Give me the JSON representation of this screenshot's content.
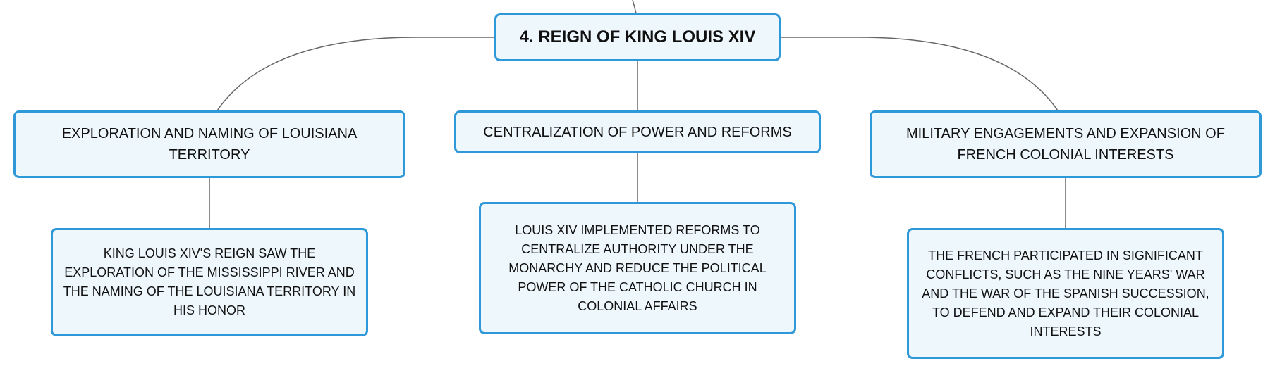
{
  "diagram": {
    "root": {
      "label": "4. REIGN OF KING LOUIS XIV"
    },
    "branches": [
      {
        "label": "EXPLORATION AND NAMING OF LOUISIANA TERRITORY",
        "detail": "KING LOUIS XIV'S REIGN SAW THE EXPLORATION OF THE MISSISSIPPI RIVER AND THE NAMING OF THE LOUISIANA TERRITORY IN HIS HONOR"
      },
      {
        "label": "CENTRALIZATION OF POWER AND REFORMS",
        "detail": "LOUIS XIV IMPLEMENTED REFORMS TO CENTRALIZE AUTHORITY UNDER THE MONARCHY AND REDUCE THE POLITICAL POWER OF THE CATHOLIC CHURCH IN COLONIAL AFFAIRS"
      },
      {
        "label": "MILITARY ENGAGEMENTS AND EXPANSION OF FRENCH COLONIAL INTERESTS",
        "detail": "THE FRENCH PARTICIPATED IN SIGNIFICANT CONFLICTS, SUCH AS THE NINE YEARS' WAR AND THE WAR OF THE SPANISH SUCCESSION, TO DEFEND AND EXPAND THEIR COLONIAL INTERESTS"
      }
    ]
  },
  "colors": {
    "node_border": "#2f98d8",
    "node_fill": "#eef7fc",
    "connector": "#666666",
    "text": "#111111"
  }
}
